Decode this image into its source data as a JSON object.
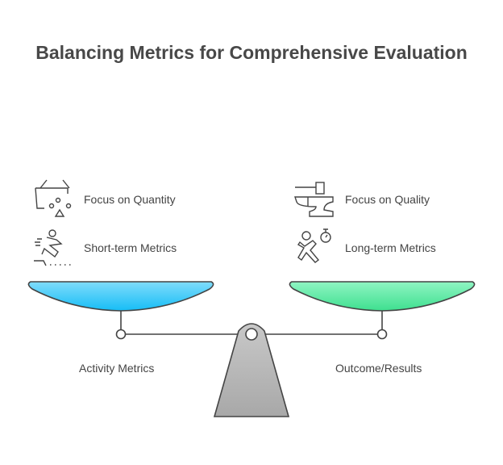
{
  "title": "Balancing Metrics for Comprehensive Evaluation",
  "left": {
    "items": [
      {
        "label": "Focus on Quantity",
        "icon": "basket-icon"
      },
      {
        "label": "Short-term Metrics",
        "icon": "sprinter-icon"
      }
    ],
    "pan_label": "Activity Metrics",
    "color": "#1ec4f7"
  },
  "right": {
    "items": [
      {
        "label": "Focus on Quality",
        "icon": "anvil-hammer-icon"
      },
      {
        "label": "Long-term Metrics",
        "icon": "runner-stopwatch-icon"
      }
    ],
    "pan_label": "Outcome/Results",
    "color": "#4de39a"
  }
}
